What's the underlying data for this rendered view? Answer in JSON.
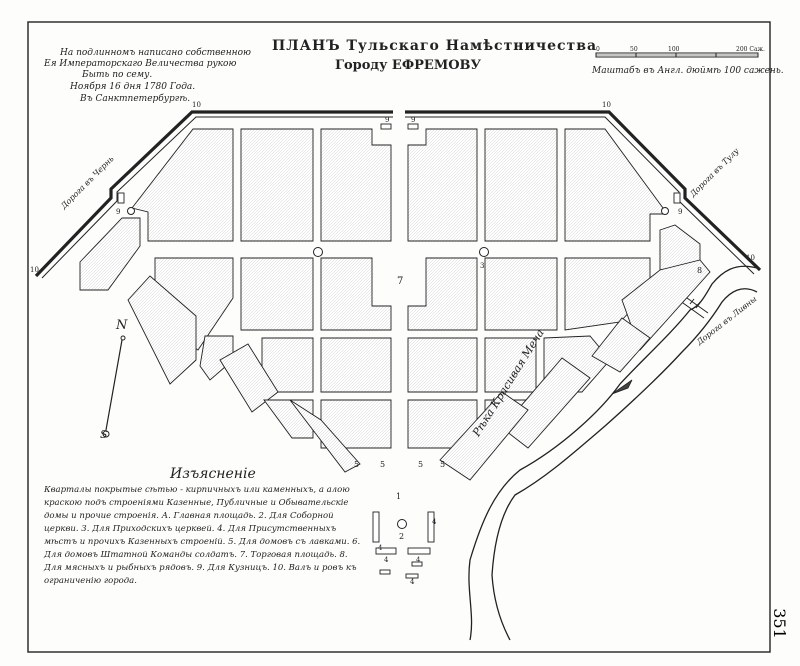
{
  "title": {
    "line1": "ПЛАНЪ Тульскаго Намѣстничества",
    "line2": "Городу ЕФРЕМОВУ"
  },
  "approval": {
    "line1": "На подлинномъ написано собственною",
    "line2": "Ея Императорскаго Величества рукою",
    "line3": "Быть по сему.",
    "line4": "Ноября 16 дня 1780 Года.",
    "line5": "Въ Санктпетербургѣ."
  },
  "scale": {
    "ticks": [
      "0",
      "50",
      "100",
      "200 Саж."
    ],
    "caption": "Маштабъ въ Англ. дюймѣ 100 сажень."
  },
  "roads": {
    "left": "Дорога въ Чернь",
    "right": "Дорога въ Тулу",
    "bridge": "Дорога въ Ливны"
  },
  "river": "Рѣка Красивая Меча",
  "compass": {
    "north": "N",
    "south": "S"
  },
  "legend": {
    "heading": "Изъясненіе",
    "text": "Кварталы покрытые сѣтью - кирпичныхъ или каменныхъ, а алою краскою подъ строенiями Казенные, Публичные и Обывательскiе домы и прочие строенiя. А. Главная площадь. 2. Для Соборной церкви. 3. Для Приходскихъ церквей. 4. Для Присутственныхъ мѣстъ и прочихъ Казенныхъ строенiй. 5. Для домовъ съ лавками. 6. Для домовъ Штатной Команды солдатъ. 7. Торговая площадь. 8. Для мясныхъ и рыбныхъ рядовъ. 9. Для Кузницъ. 10. Валъ и ровъ къ ограниченiю города."
  },
  "map_labels": {
    "seven": "7",
    "fives": [
      "5",
      "5",
      "5",
      "5"
    ],
    "eight": "8",
    "nines": [
      "9",
      "9",
      "9",
      "9"
    ],
    "tens": [
      "10",
      "10",
      "10",
      "10"
    ],
    "three": "3",
    "two": "2",
    "one": "1",
    "fours": [
      "4",
      "4",
      "4",
      "4",
      "4"
    ]
  },
  "sheet_number": "351"
}
